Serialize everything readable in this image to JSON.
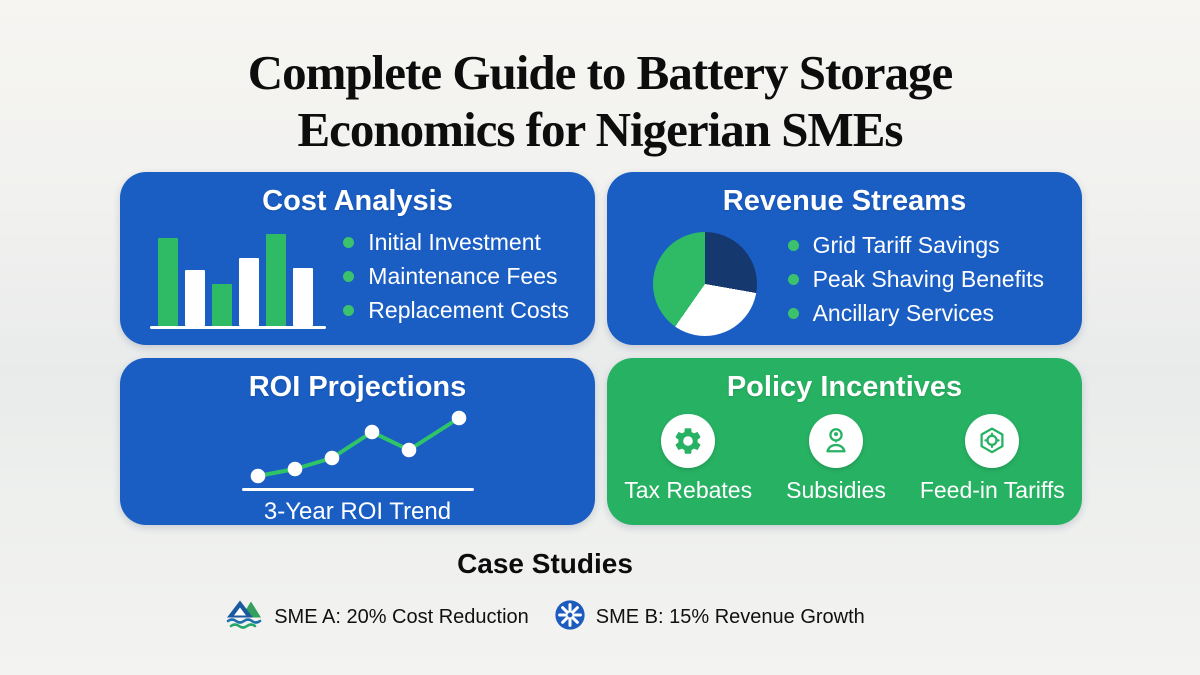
{
  "page": {
    "title_line1": "Complete Guide to Battery Storage",
    "title_line2": "Economics for Nigerian SMEs"
  },
  "colors": {
    "card_blue": "#1a5ec4",
    "card_green": "#27b263",
    "accent_green": "#2fbb66",
    "bullet_dot_green": "#3cc26c",
    "pie_navy": "#15386f",
    "white": "#ffffff",
    "title_black": "#0d0d0d",
    "logo_blue": "#1d5bbf"
  },
  "cards": [
    {
      "title": "Cost Analysis",
      "bullets": [
        "Initial Investment",
        "Maintenance Fees",
        "Replacement Costs"
      ]
    },
    {
      "title": "Revenue Streams",
      "bullets": [
        "Grid Tariff Savings",
        "Peak Shaving Benefits",
        "Ancillary Services"
      ]
    },
    {
      "title": "ROI Projections",
      "caption": "3-Year ROI Trend"
    },
    {
      "title": "Policy Incentives",
      "items": [
        {
          "icon": "gear-icon",
          "label": "Tax Rebates"
        },
        {
          "icon": "person-pin-icon",
          "label": "Subsidies"
        },
        {
          "icon": "shield-target-icon",
          "label": "Feed-in Tariffs"
        }
      ]
    }
  ],
  "case_studies": {
    "title": "Case Studies",
    "items": [
      {
        "icon": "mountain-water-logo",
        "label": "SME A: 20% Cost Reduction"
      },
      {
        "icon": "asterisk-circle-logo",
        "label": "SME B: 15% Revenue Growth"
      }
    ]
  },
  "chart_data": [
    {
      "type": "bar",
      "title": "Cost Analysis mini bar chart (decorative, unlabeled)",
      "values": [
        88,
        56,
        42,
        68,
        92,
        58
      ],
      "colors": [
        "#2fbb66",
        "#ffffff",
        "#2fbb66",
        "#ffffff",
        "#2fbb66",
        "#ffffff"
      ],
      "axes": "none"
    },
    {
      "type": "pie",
      "title": "Revenue Streams mini pie chart (unlabeled)",
      "slices": [
        {
          "color": "#15386f",
          "start_deg": 0,
          "end_deg": 100,
          "share_pct": 28
        },
        {
          "color": "#ffffff",
          "start_deg": 100,
          "end_deg": 215,
          "share_pct": 32
        },
        {
          "color": "#2fbb66",
          "start_deg": 215,
          "end_deg": 360,
          "share_pct": 40
        }
      ]
    },
    {
      "type": "line",
      "title": "3-Year ROI Trend",
      "points": [
        [
          16,
          66
        ],
        [
          53,
          59
        ],
        [
          90,
          48
        ],
        [
          130,
          22
        ],
        [
          167,
          40
        ],
        [
          217,
          8
        ]
      ],
      "line_color": "#2fc468",
      "dot_color": "#ffffff",
      "axes": "none"
    }
  ]
}
